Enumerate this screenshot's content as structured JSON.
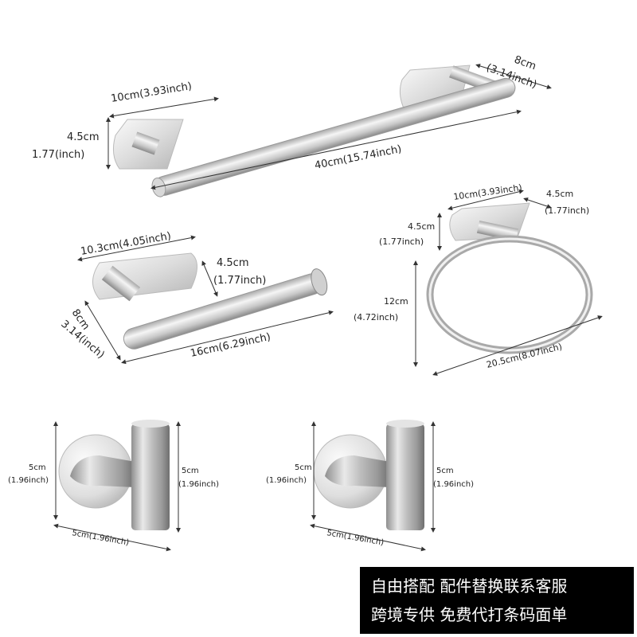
{
  "towel_bar": {
    "plate_width": "10cm(3.93inch)",
    "height_cm": "4.5cm",
    "height_in": "1.77(inch)",
    "depth_cm": "8cm",
    "depth_in": "(3.14inch)",
    "length": "40cm(15.74inch)"
  },
  "towel_ring": {
    "plate_width": "10cm(3.93inch)",
    "offset_cm": "4.5cm",
    "offset_in": "(1.77inch)",
    "plate_height_cm": "4.5cm",
    "plate_height_in": "(1.77inch)",
    "ring_height_cm": "12cm",
    "ring_height_in": "(4.72inch)",
    "ring_width": "20.5cm(8.07inch)"
  },
  "paper_holder": {
    "plate_width": "10.3cm(4.05inch)",
    "height_cm": "4.5cm",
    "height_in": "(1.77inch)",
    "depth_cm": "8cm",
    "depth_in": "3.14(inch)",
    "length": "16cm(6.29inch)"
  },
  "hook_left": {
    "plate_cm": "5cm",
    "plate_in": "(1.96inch)",
    "hook_cm": "5cm",
    "hook_in": "(1.96inch)",
    "width": "5cm(1.96inch)"
  },
  "hook_right": {
    "plate_cm": "5cm",
    "plate_in": "(1.96inch)",
    "hook_cm": "5cm",
    "hook_in": "(1.96inch)",
    "width": "5cm(1.96inch)"
  },
  "banner": {
    "line1": "自由搭配  配件替换联系客服",
    "line2": "跨境专供  免费代打条码面单"
  },
  "colors": {
    "metal_light": "#f2f2f2",
    "metal_mid": "#c9c9c9",
    "metal_dark": "#8e8e8e",
    "banner_bg": "#000000"
  }
}
